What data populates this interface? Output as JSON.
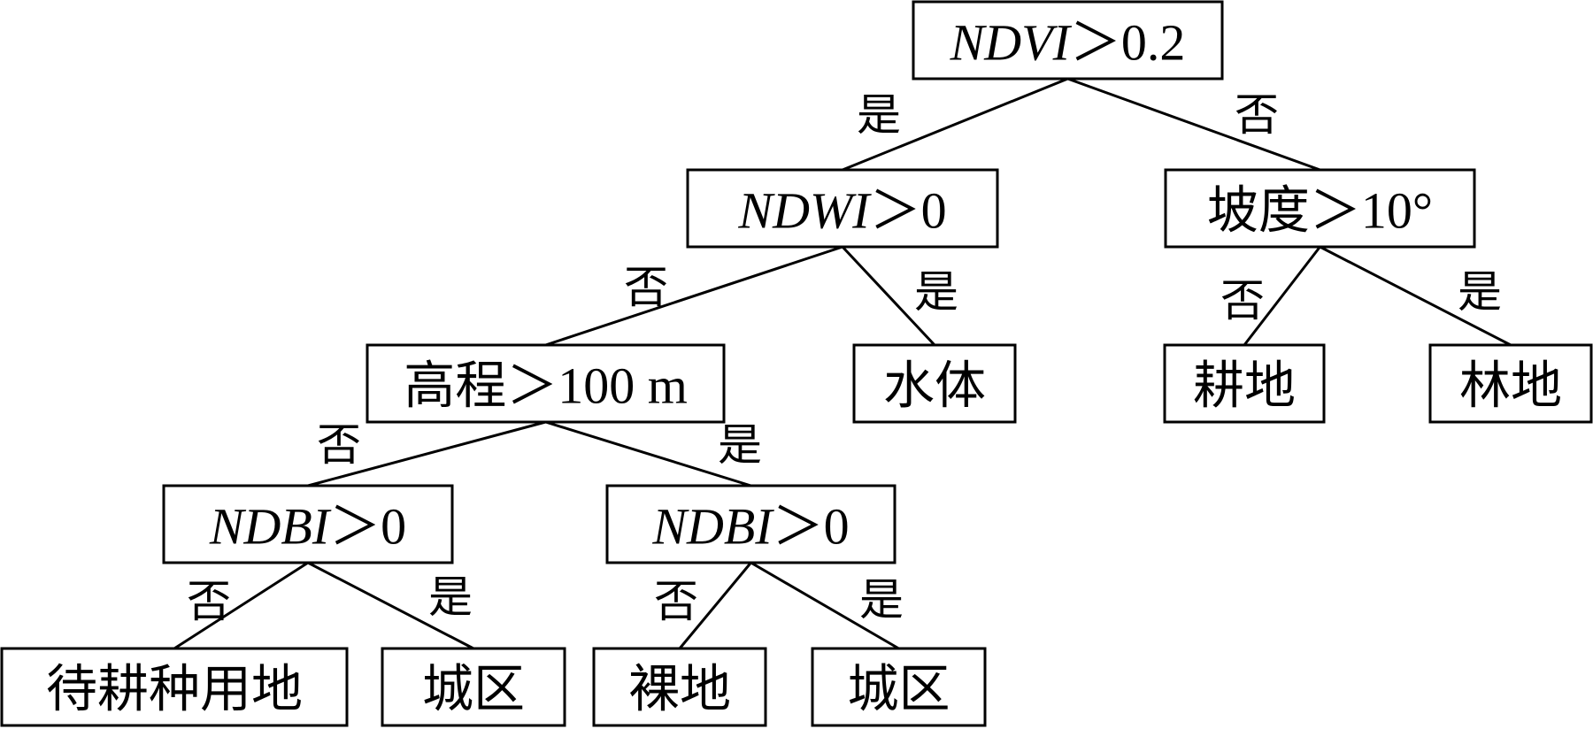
{
  "nodes": {
    "ndvi": {
      "parts": [
        {
          "text": "NDVI",
          "italic": true
        },
        {
          "text": "＞0.2"
        }
      ]
    },
    "ndwi": {
      "parts": [
        {
          "text": "NDWI",
          "italic": true
        },
        {
          "text": "＞0"
        }
      ]
    },
    "slope": {
      "parts": [
        {
          "text": "坡度＞10°"
        }
      ]
    },
    "elevation": {
      "parts": [
        {
          "text": "高程＞100 m"
        }
      ]
    },
    "water": {
      "parts": [
        {
          "text": "水体"
        }
      ]
    },
    "farmland": {
      "parts": [
        {
          "text": "耕地"
        }
      ]
    },
    "forest": {
      "parts": [
        {
          "text": "林地"
        }
      ]
    },
    "ndbi_left": {
      "parts": [
        {
          "text": "NDBI",
          "italic": true
        },
        {
          "text": "＞0"
        }
      ]
    },
    "ndbi_right": {
      "parts": [
        {
          "text": "NDBI",
          "italic": true
        },
        {
          "text": "＞0"
        }
      ]
    },
    "fallow": {
      "parts": [
        {
          "text": "待耕种用地"
        }
      ]
    },
    "urban_left": {
      "parts": [
        {
          "text": "城区"
        }
      ]
    },
    "bare": {
      "parts": [
        {
          "text": "裸地"
        }
      ]
    },
    "urban_right": {
      "parts": [
        {
          "text": "城区"
        }
      ]
    }
  },
  "edges": [
    {
      "from": "ndvi",
      "to": "ndwi",
      "label": "是"
    },
    {
      "from": "ndvi",
      "to": "slope",
      "label": "否"
    },
    {
      "from": "ndwi",
      "to": "elevation",
      "label": "否"
    },
    {
      "from": "ndwi",
      "to": "water",
      "label": "是"
    },
    {
      "from": "slope",
      "to": "farmland",
      "label": "否"
    },
    {
      "from": "slope",
      "to": "forest",
      "label": "是"
    },
    {
      "from": "elevation",
      "to": "ndbi_left",
      "label": "否"
    },
    {
      "from": "elevation",
      "to": "ndbi_right",
      "label": "是"
    },
    {
      "from": "ndbi_left",
      "to": "fallow",
      "label": "否"
    },
    {
      "from": "ndbi_left",
      "to": "urban_left",
      "label": "是"
    },
    {
      "from": "ndbi_right",
      "to": "bare",
      "label": "否"
    },
    {
      "from": "ndbi_right",
      "to": "urban_right",
      "label": "是"
    }
  ]
}
